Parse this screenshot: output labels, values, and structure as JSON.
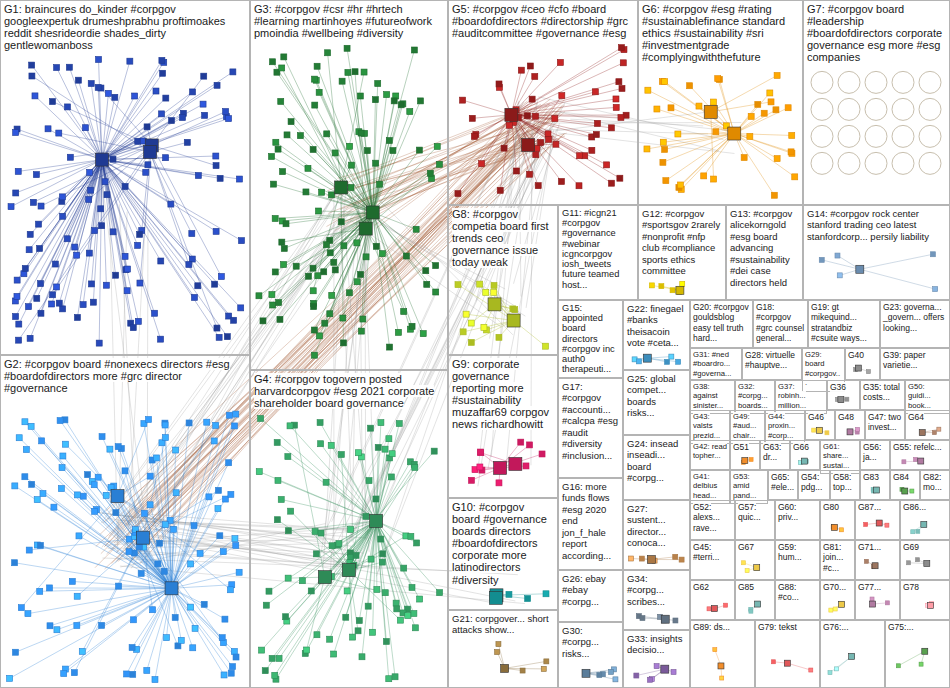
{
  "diagram": {
    "nodes": [
      {
        "text": [
          "G1: braincures do_kinder #corpgov googleexpertuk drumeshprabhu proftimoakes reddit shesrideordie shades_dirty gentlewomanboss"
        ]
      },
      {
        "text": [
          "G3: #corpgov #csr #hr #hrtech #learning martinhoyes #futureofwork pmoindia #wellbeing #diversity"
        ]
      },
      {
        "text": [
          "G5: #corpgov #ceo #cfo #board #boardofdirectors #directorship #grc #auditcommittee #governance #esg"
        ]
      },
      {
        "text": [
          "G6: #corpgov #esg #rating #sustainablefinance standard ethics #sustainability #sri #investmentgrade #complyingwiththefuture"
        ]
      },
      {
        "text": [
          "G7: #corpgov board #leadership #boardofdirectors corporate governance esg more #esg companies"
        ]
      },
      {
        "text": [
          "G8: #corpgov competia board first trends ceo governance issue today weak"
        ]
      },
      {
        "text": [
          "G11: #icgn21 #corpgov #governance #webinar icgncorpgov iosh_tweets future teamed host..."
        ]
      },
      {
        "text": [
          "G12: #corpgov #sportsgov 2rarely #nonprofit #nfp club #compliance sports ethics committee"
        ]
      },
      {
        "text": [
          "G13: #corpgov alicekorngold #esg board advancing #sustainability #dei case directors held"
        ]
      },
      {
        "text": [
          "G14: #corpgov rock center stanford trading ceo latest stanfordcorp... persily liability"
        ]
      },
      {
        "text": [
          "G15: appointed board directors #corpgov inc auth0 therapeuti..."
        ]
      },
      {
        "text": [
          "G22: finegael #banks theisacoin vote #ceta..."
        ]
      },
      {
        "text": [
          "G20: #corpgov gouldsblog easy tell truth hard..."
        ]
      },
      {
        "text": [
          "G18: #corpgov #grc counsel general..."
        ]
      },
      {
        "text": [
          "G19: gt mikequind... stratandbiz #csuite ways..."
        ]
      },
      {
        "text": [
          "G23: governa... _govern... offers looking..."
        ]
      },
      {
        "text": [
          "G31: #ned #boardro... #governa..."
        ]
      },
      {
        "text": [
          "G28: virtuelle #hauptve..."
        ]
      },
      {
        "text": [
          "G29: board #corpgov..."
        ]
      },
      {
        "text": [
          "G40"
        ]
      },
      {
        "text": [
          "G39: paper varietie..."
        ]
      },
      {
        "text": [
          "G2: #corpgov board #nonexecs directors #esg #boardofdirectors more #grc director #governance"
        ]
      },
      {
        "text": [
          "G9: corporate governance reporting more #sustainability muzaffar69 corpgov news richardhowitt"
        ]
      },
      {
        "text": [
          "G4: #corpgov togovern posted harvardcorpgov #esg 2021 corporate shareholder board governance"
        ]
      },
      {
        "text": [
          "G25: global compet... boards risks..."
        ]
      },
      {
        "text": [
          "G17: #corpgov #accounti... #calcpa #esg #audit #diversity #inclusion..."
        ]
      },
      {
        "text": [
          "G38: against sinister..."
        ]
      },
      {
        "text": [
          "G32: #corpg... boards..."
        ]
      },
      {
        "text": [
          "G37: robinh... million..."
        ]
      },
      {
        "text": [
          "G36"
        ]
      },
      {
        "text": [
          "G35: total costs..."
        ]
      },
      {
        "text": [
          "G50: guidi... book..."
        ]
      },
      {
        "text": [
          "G43: valsts prezid..."
        ]
      },
      {
        "text": [
          "G49: #aud... chair..."
        ]
      },
      {
        "text": [
          "G44: proxin... #corp..."
        ]
      },
      {
        "text": [
          "G46"
        ]
      },
      {
        "text": [
          "G48"
        ]
      },
      {
        "text": [
          "G47: two invest..."
        ]
      },
      {
        "text": [
          "G64"
        ]
      },
      {
        "text": [
          "G24: insead inseadi... board #corpg..."
        ]
      },
      {
        "text": [
          "G42: read topher..."
        ]
      },
      {
        "text": [
          "G51"
        ]
      },
      {
        "text": [
          "G63: dr..."
        ]
      },
      {
        "text": [
          "G66"
        ]
      },
      {
        "text": [
          "G61: share... sustai..."
        ]
      },
      {
        "text": [
          "G56: ja..."
        ]
      },
      {
        "text": [
          "G55: refelc..."
        ]
      },
      {
        "text": [
          "G16: more funds flows #esg 2020 end jon_f_hale report according..."
        ]
      },
      {
        "text": [
          "G41: delbius head..."
        ]
      },
      {
        "text": [
          "G53: amid pand..."
        ]
      },
      {
        "text": [
          "G65: #ele..."
        ]
      },
      {
        "text": [
          "G54: pdg..."
        ]
      },
      {
        "text": [
          "G58: top..."
        ]
      },
      {
        "text": [
          "G83"
        ]
      },
      {
        "text": [
          "G84"
        ]
      },
      {
        "text": [
          "G82: mo..."
        ]
      },
      {
        "text": [
          "G10: #corpgov board #governance boards directors #boardofdirectors corporate more latinodirectors #diversity"
        ]
      },
      {
        "text": [
          "G27: sustent... director... conoca..."
        ]
      },
      {
        "text": [
          "G52: alexs... rave..."
        ]
      },
      {
        "text": [
          "G57: quic..."
        ]
      },
      {
        "text": [
          "G60: priv..."
        ]
      },
      {
        "text": [
          "G80"
        ]
      },
      {
        "text": [
          "G87..."
        ]
      },
      {
        "text": [
          "G86..."
        ]
      },
      {
        "text": [
          "G45: #terri..."
        ]
      },
      {
        "text": [
          "G67"
        ]
      },
      {
        "text": [
          "G59: hum..."
        ]
      },
      {
        "text": [
          "G81: join... #c..."
        ]
      },
      {
        "text": [
          "G71..."
        ]
      },
      {
        "text": [
          "G69"
        ]
      },
      {
        "text": [
          "G26: ebay #ebay #corpg..."
        ]
      },
      {
        "text": [
          "G34: #corpg... scribes..."
        ]
      },
      {
        "text": [
          "G62"
        ]
      },
      {
        "text": [
          "G85"
        ]
      },
      {
        "text": [
          "G88: #co..."
        ]
      },
      {
        "text": [
          "G70..."
        ]
      },
      {
        "text": [
          "G77..."
        ]
      },
      {
        "text": [
          "G78"
        ]
      },
      {
        "text": [
          "G21: corpgover... short attacks show..."
        ]
      },
      {
        "text": [
          "G30: #corpg... risks..."
        ]
      },
      {
        "text": [
          "G33: insights decisio..."
        ]
      },
      {
        "text": [
          "G89: ds..."
        ]
      },
      {
        "text": [
          "G79: tekst"
        ]
      },
      {
        "text": [
          "G76:..."
        ]
      },
      {
        "text": [
          "G75:..."
        ]
      }
    ]
  }
}
